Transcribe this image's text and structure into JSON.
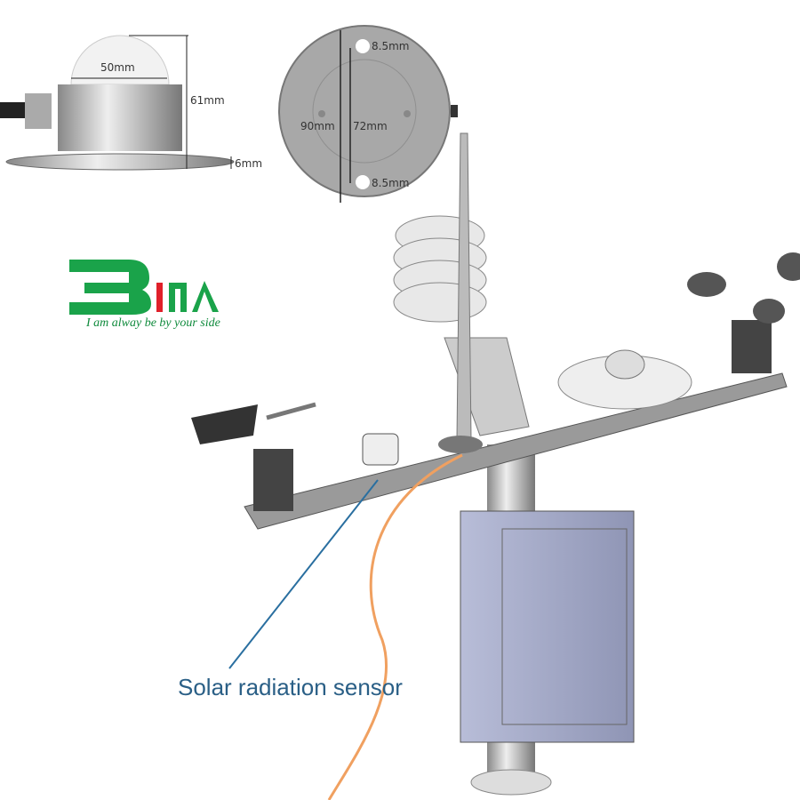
{
  "dimensions": {
    "dome_diameter": "50mm",
    "total_height": "61mm",
    "base_thickness": "6mm",
    "outer_diameter": "90mm",
    "hole_spacing": "72mm",
    "hole_offset_top": "8.5mm",
    "hole_offset_bottom": "8.5mm"
  },
  "logo": {
    "text": "BINA",
    "slogan": "I am alway be by your side",
    "green": "#1aa34a",
    "red": "#e0202a"
  },
  "callout": {
    "label": "Solar radiation sensor",
    "line_color": "#2a6fa0",
    "cable_color": "#f0a060"
  }
}
